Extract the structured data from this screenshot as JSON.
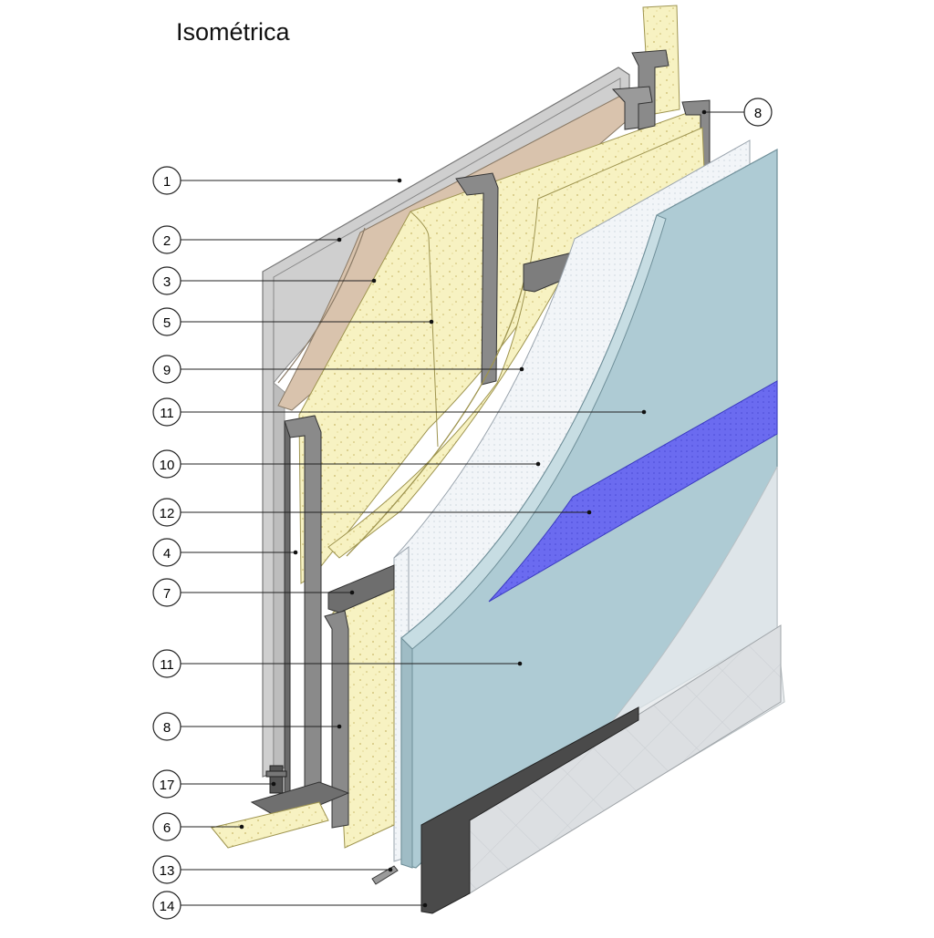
{
  "title": "Isométrica",
  "callouts": [
    {
      "id": "c1",
      "label": "1"
    },
    {
      "id": "c2",
      "label": "2"
    },
    {
      "id": "c3",
      "label": "3"
    },
    {
      "id": "c5",
      "label": "5"
    },
    {
      "id": "c9",
      "label": "9"
    },
    {
      "id": "c11a",
      "label": "11"
    },
    {
      "id": "c10",
      "label": "10"
    },
    {
      "id": "c12",
      "label": "12"
    },
    {
      "id": "c4",
      "label": "4"
    },
    {
      "id": "c7",
      "label": "7"
    },
    {
      "id": "c11b",
      "label": "11"
    },
    {
      "id": "c8b",
      "label": "8"
    },
    {
      "id": "c17",
      "label": "17"
    },
    {
      "id": "c6",
      "label": "6"
    },
    {
      "id": "c13",
      "label": "13"
    },
    {
      "id": "c14",
      "label": "14"
    },
    {
      "id": "c8a",
      "label": "8"
    }
  ],
  "colors": {
    "gypsum": "#cfcfcf",
    "kraft": "#d9c3ad",
    "insulation": "#f7f2c2",
    "steel": "#8a8a8a",
    "membrane": "#eef3f7",
    "board": "#aecbd4",
    "mesh_band": "#6b6bf0",
    "plaster": "#e3e6e8",
    "base_trim": "#4a4a4a"
  }
}
